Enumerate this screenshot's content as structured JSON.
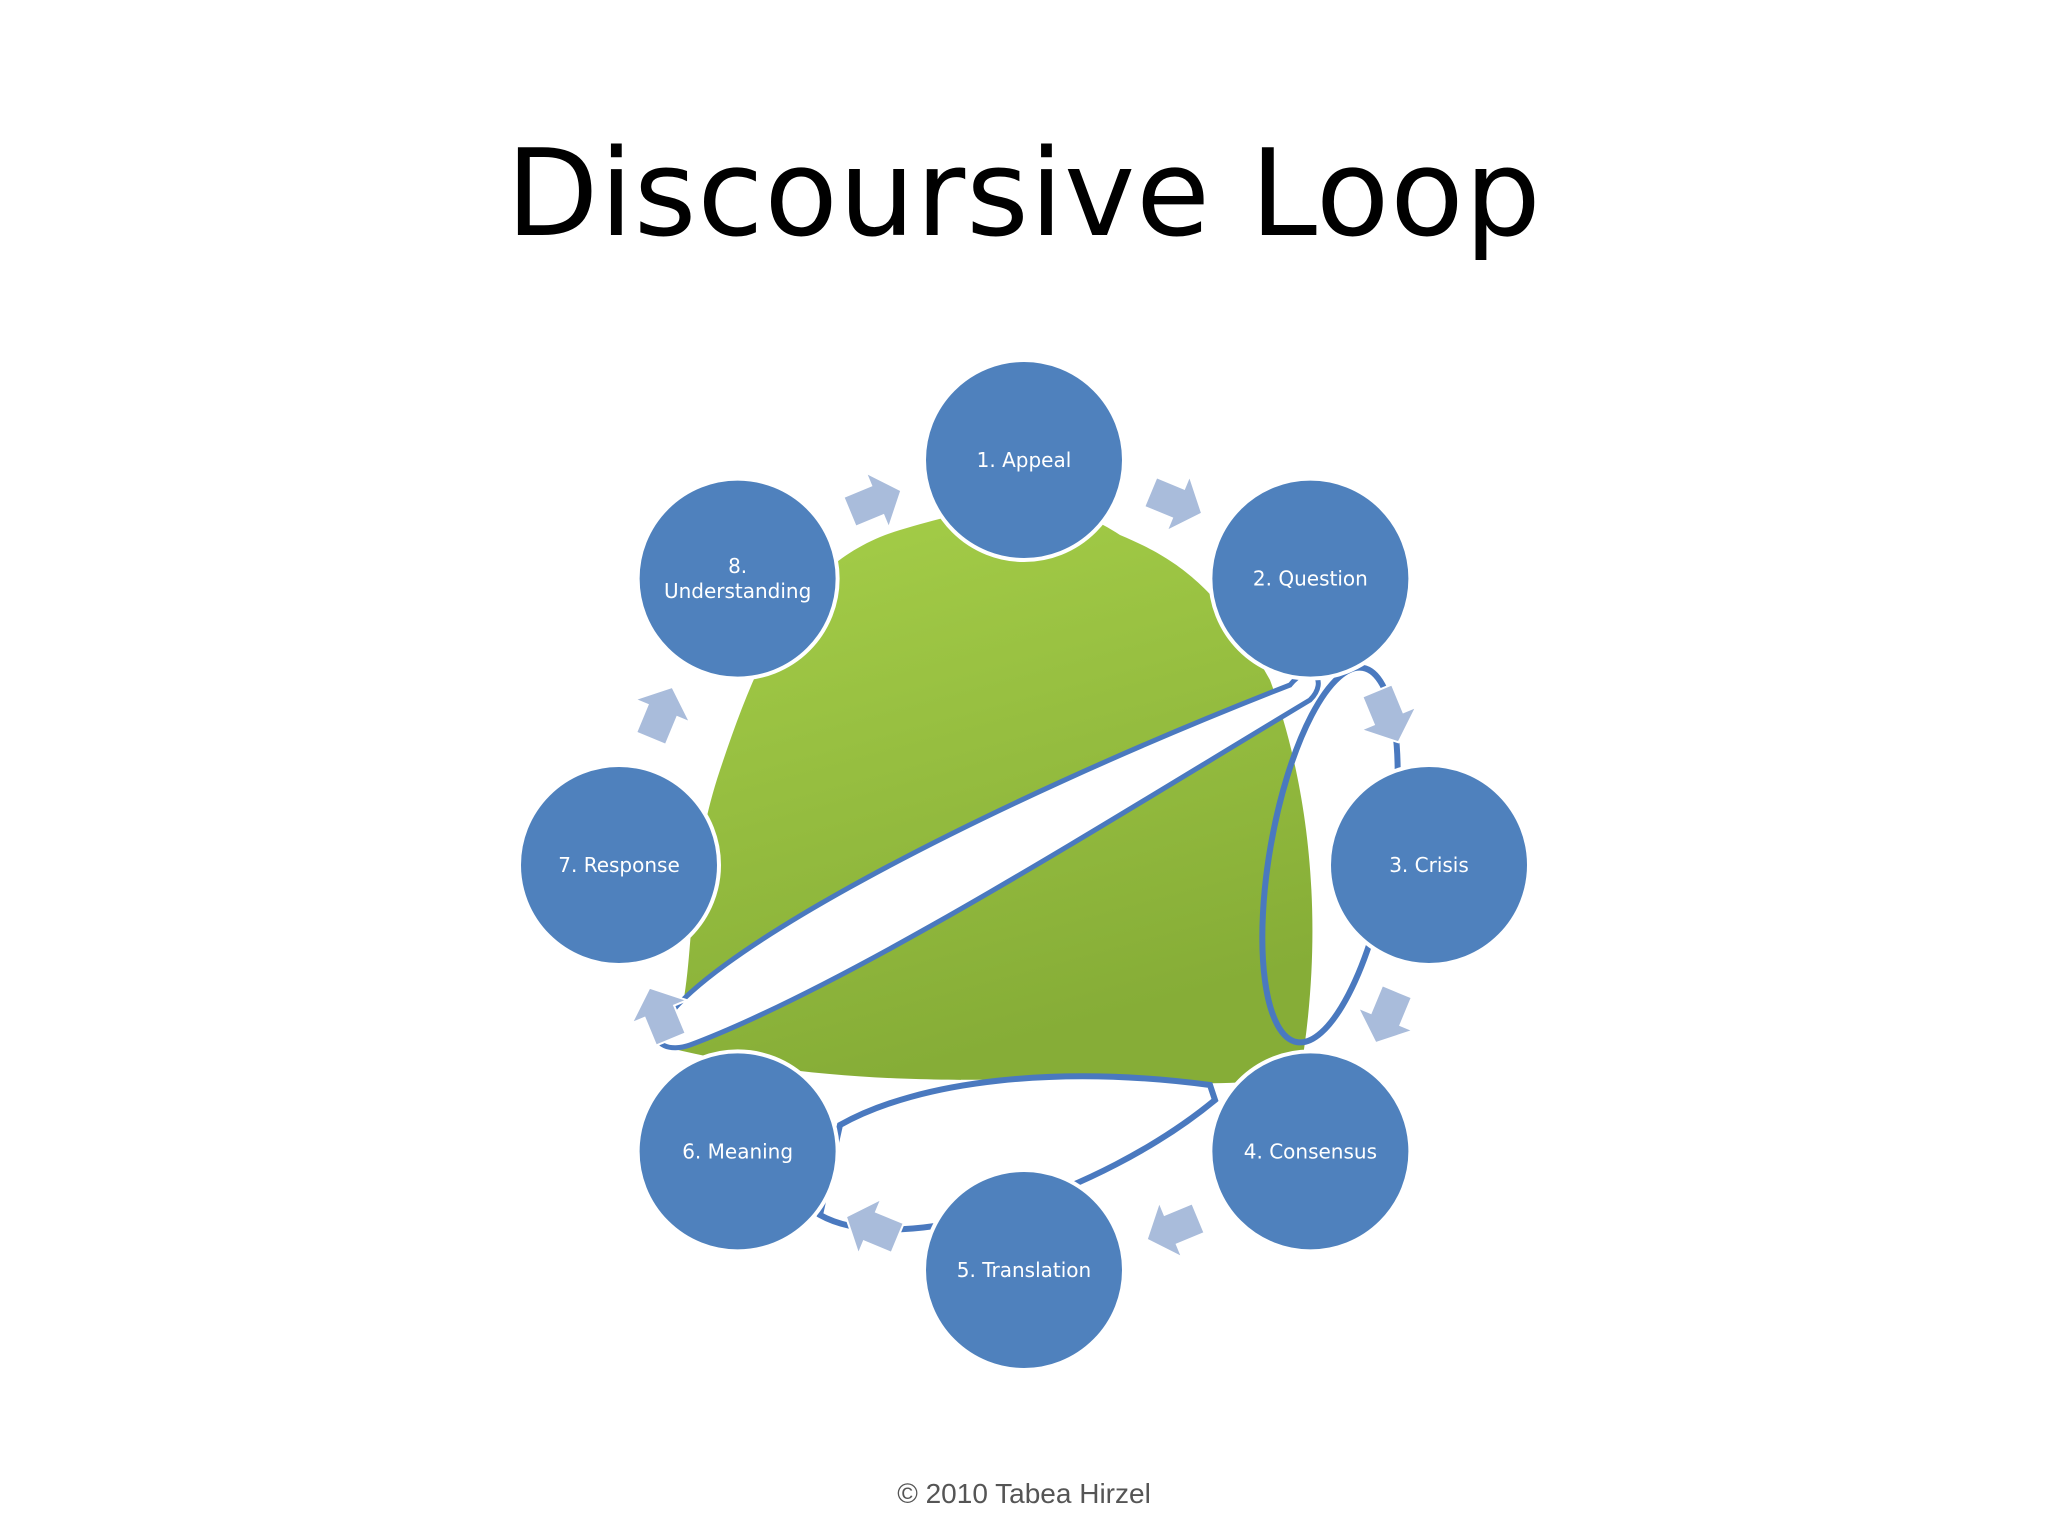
{
  "title": "Discoursive Loop",
  "footer": "© 2010 Tabea Hirzel",
  "colors": {
    "node_fill": "#4f81bd",
    "node_stroke": "#ffffff",
    "arrow_fill": "#a9bcdb",
    "green_light": "#a6cf49",
    "green_dark": "#86ad37",
    "ellipse_stroke": "#4a79bf"
  },
  "nodes": [
    {
      "id": "appeal",
      "lines": [
        "1. Appeal"
      ]
    },
    {
      "id": "question",
      "lines": [
        "2. Question"
      ]
    },
    {
      "id": "crisis",
      "lines": [
        "3. Crisis"
      ]
    },
    {
      "id": "consensus",
      "lines": [
        "4. Consensus"
      ]
    },
    {
      "id": "translation",
      "lines": [
        "5. Translation"
      ]
    },
    {
      "id": "meaning",
      "lines": [
        "6. Meaning"
      ]
    },
    {
      "id": "response",
      "lines": [
        "7. Response"
      ]
    },
    {
      "id": "understanding",
      "lines": [
        "8.",
        "Understanding"
      ]
    }
  ]
}
